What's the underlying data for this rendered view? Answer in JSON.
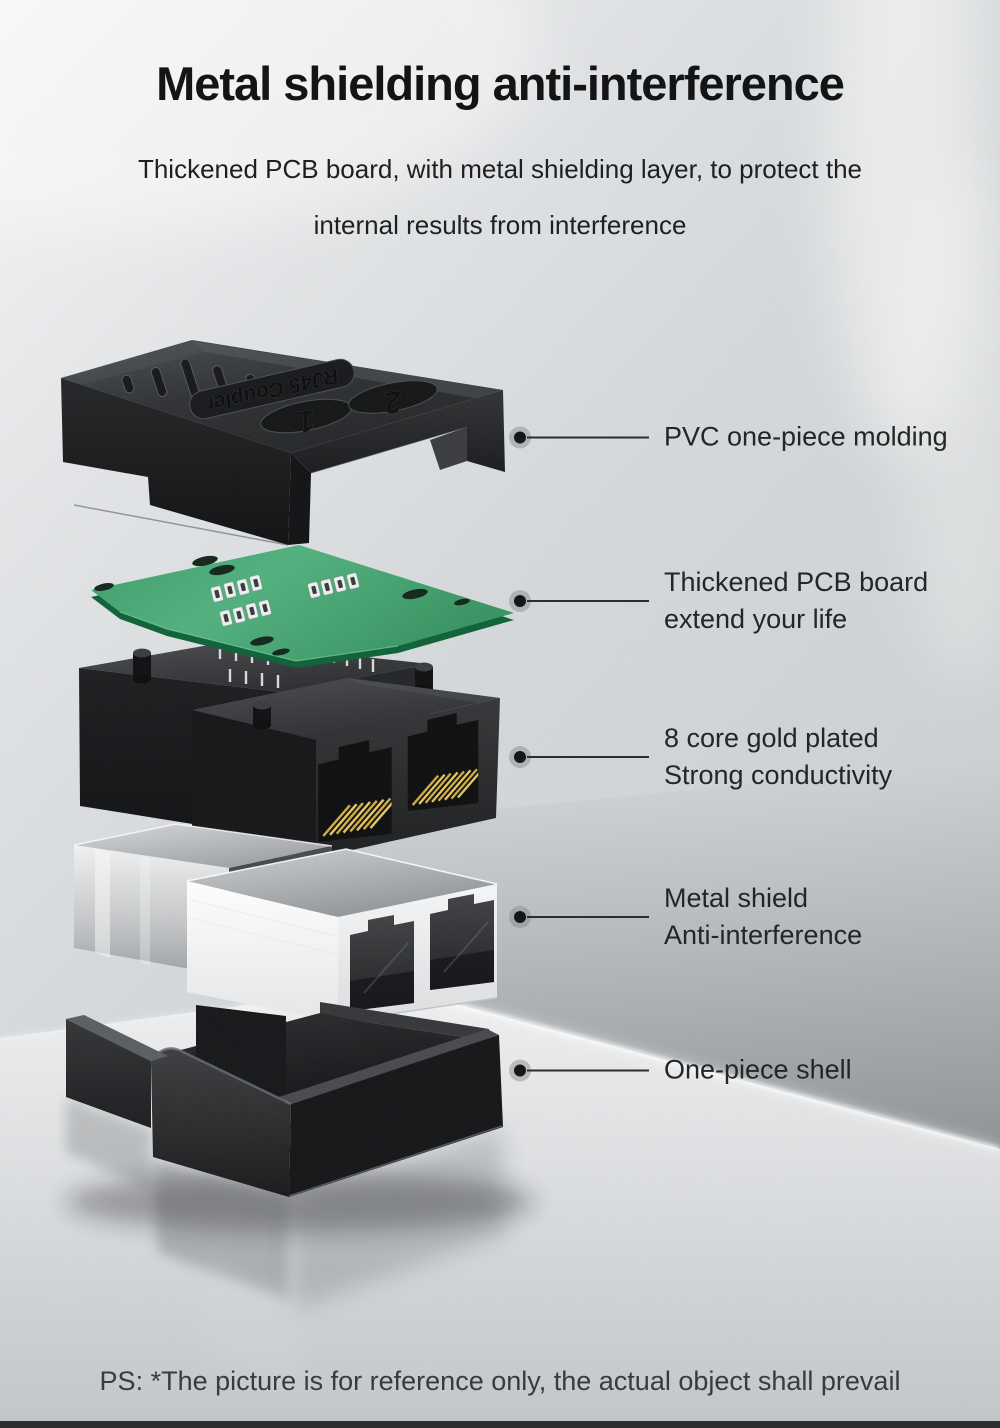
{
  "header": {
    "title": "Metal shielding anti-interference",
    "subtitle_line1": "Thickened PCB board, with metal shielding layer, to protect the",
    "subtitle_line2": "internal results from interference"
  },
  "product": {
    "shell_engraving": "RJ45 Coupler",
    "port_label_1": "1",
    "port_label_2": "2"
  },
  "callouts": [
    {
      "id": "pvc-molding",
      "lines": [
        "PVC one-piece molding"
      ]
    },
    {
      "id": "pcb-board",
      "lines": [
        "Thickened PCB board",
        "extend your life"
      ]
    },
    {
      "id": "gold-plated",
      "lines": [
        "8 core gold plated",
        "Strong conductivity"
      ]
    },
    {
      "id": "metal-shield",
      "lines": [
        "Metal shield",
        "Anti-interference"
      ]
    },
    {
      "id": "one-piece-shell",
      "lines": [
        "One-piece shell"
      ]
    }
  ],
  "footer": {
    "note": "PS: *The picture is for reference only, the actual object shall prevail"
  },
  "colors": {
    "background_light": "#eceeef",
    "background_mid": "#d5d8da",
    "table_highlight": "#ffffff",
    "pcb_green": "#3f9e6e",
    "gold_pin": "#d2ae45",
    "plastic_black": "#17181a",
    "shield_white": "#f4f5f6",
    "text_dark": "#1d1f21"
  }
}
